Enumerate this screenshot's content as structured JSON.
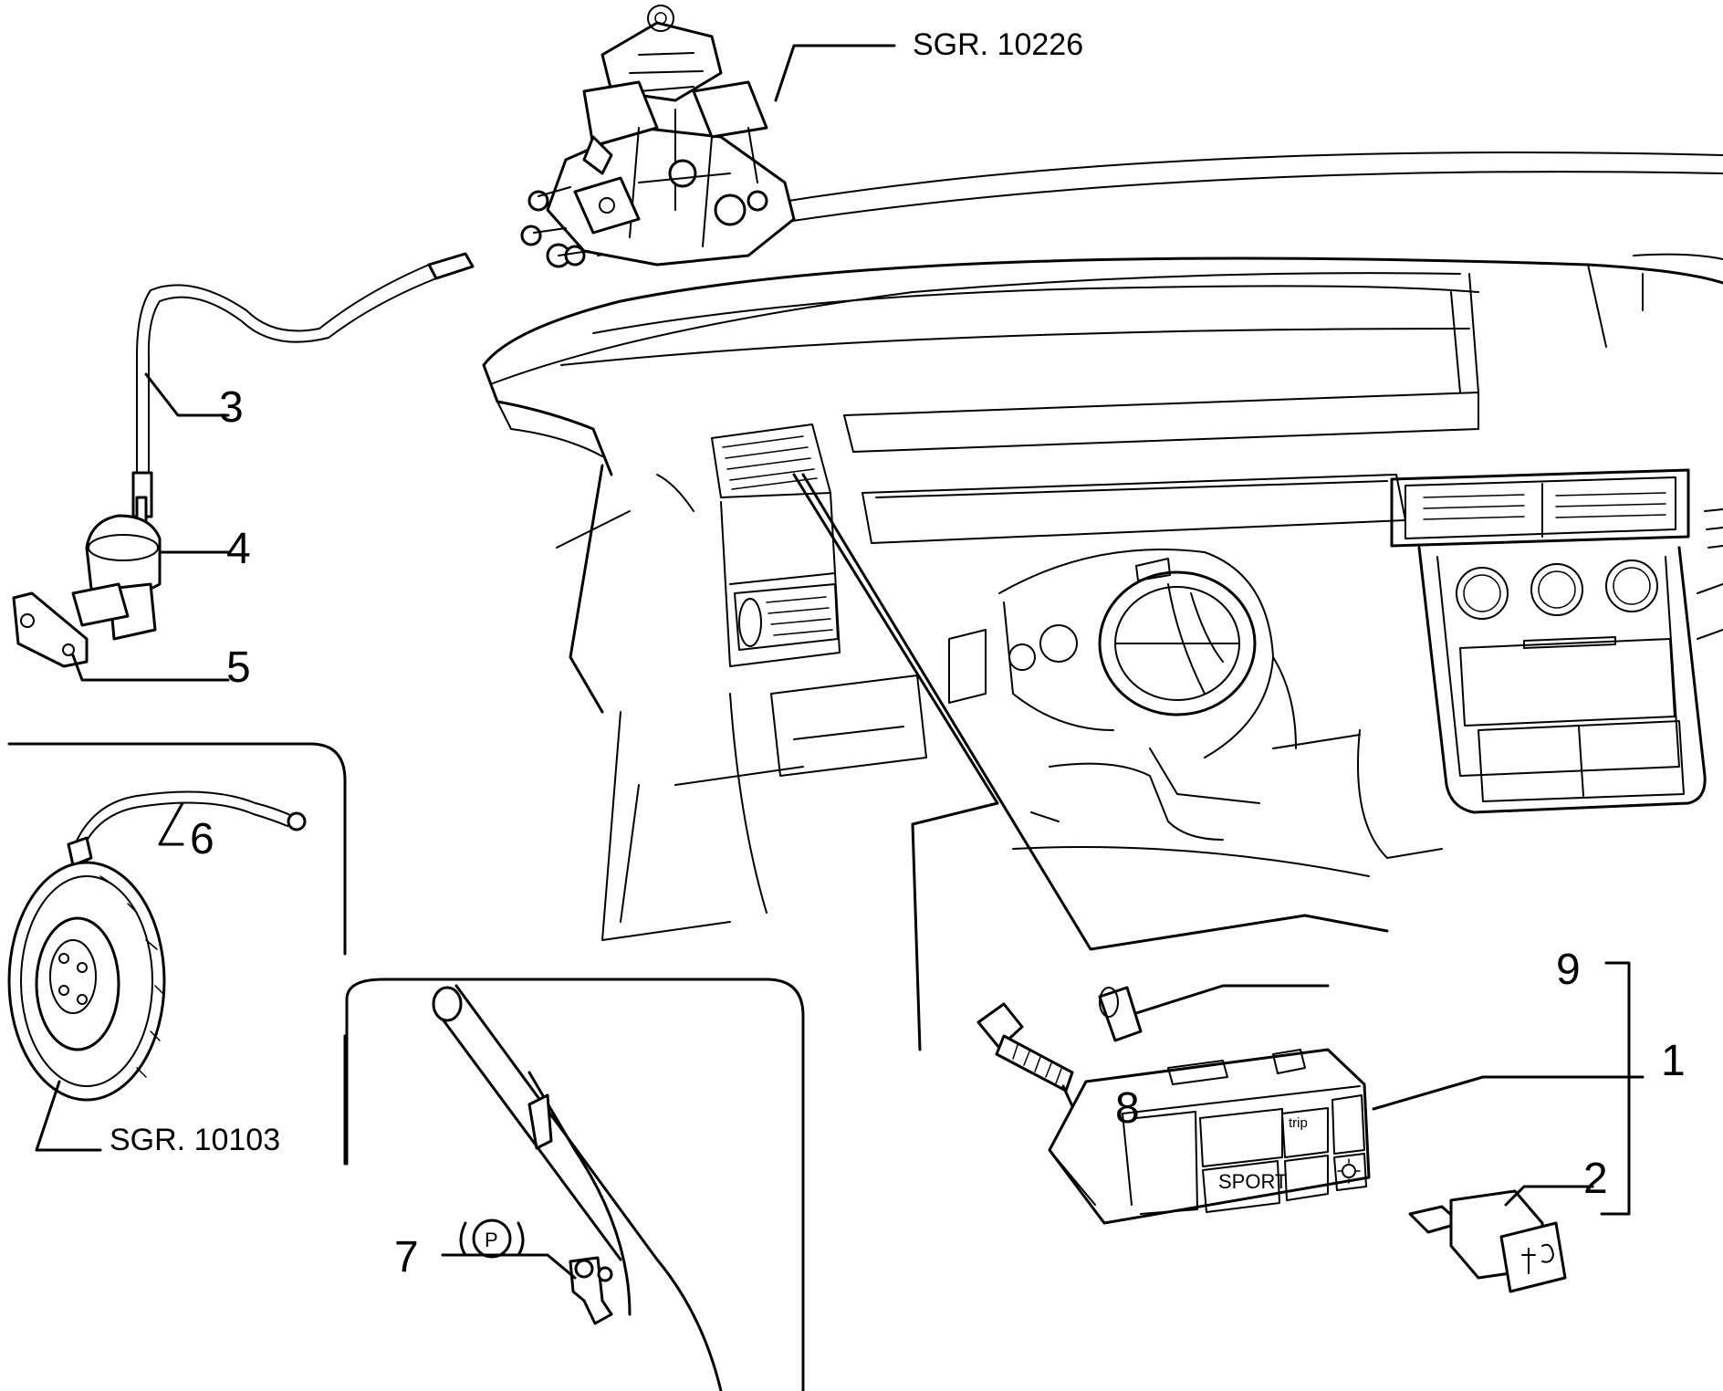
{
  "references": {
    "injection_pump": "SGR. 10226",
    "flywheel": "SGR. 10103"
  },
  "callouts": {
    "c1": "1",
    "c2": "2",
    "c3": "3",
    "c4": "4",
    "c5": "5",
    "c6": "6",
    "c7": "7",
    "c8": "8",
    "c9": "9"
  },
  "panel_labels": {
    "sport": "SPORT",
    "trip": "trip",
    "parking_symbol": "P"
  }
}
